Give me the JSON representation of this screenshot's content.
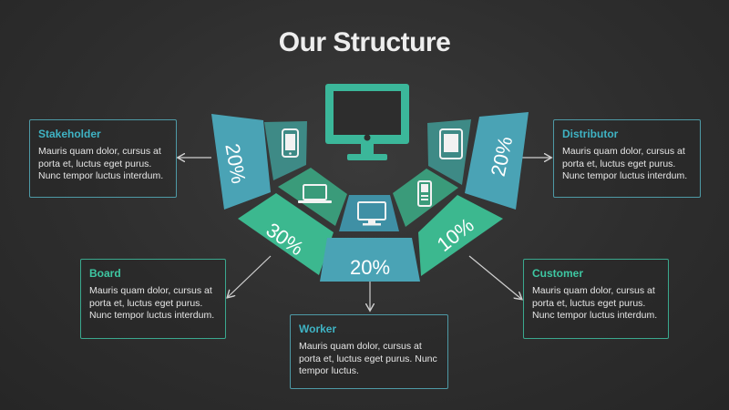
{
  "title": "Our Structure",
  "segments": {
    "stakeholder_pct": "20%",
    "board_pct": "30%",
    "worker_pct": "20%",
    "customer_pct": "10%",
    "distributor_pct": "20%"
  },
  "cards": {
    "stakeholder": {
      "heading": "Stakeholder",
      "body": "Mauris quam dolor, cursus at porta et, luctus eget purus. Nunc tempor luctus interdum."
    },
    "board": {
      "heading": "Board",
      "body": "Mauris quam dolor, cursus at porta et, luctus eget purus. Nunc tempor luctus interdum."
    },
    "worker": {
      "heading": "Worker",
      "body": "Mauris quam dolor, cursus at porta et, luctus eget purus. Nunc tempor luctus."
    },
    "customer": {
      "heading": "Customer",
      "body": "Mauris quam dolor, cursus at porta et, luctus eget purus. Nunc tempor luctus interdum."
    },
    "distributor": {
      "heading": "Distributor",
      "body": "Mauris quam dolor, cursus at porta et, luctus eget purus. Nunc tempor luctus interdum."
    }
  },
  "icons": [
    "desktop-monitor-icon",
    "smartphone-icon",
    "laptop-icon",
    "desktop-icon",
    "feature-phone-icon",
    "tablet-icon"
  ],
  "colors": {
    "blue": "#4aa3b5",
    "green": "#3cb88f",
    "teal_dark": "#3e8a86",
    "accent_text": "#3fb3c4"
  }
}
